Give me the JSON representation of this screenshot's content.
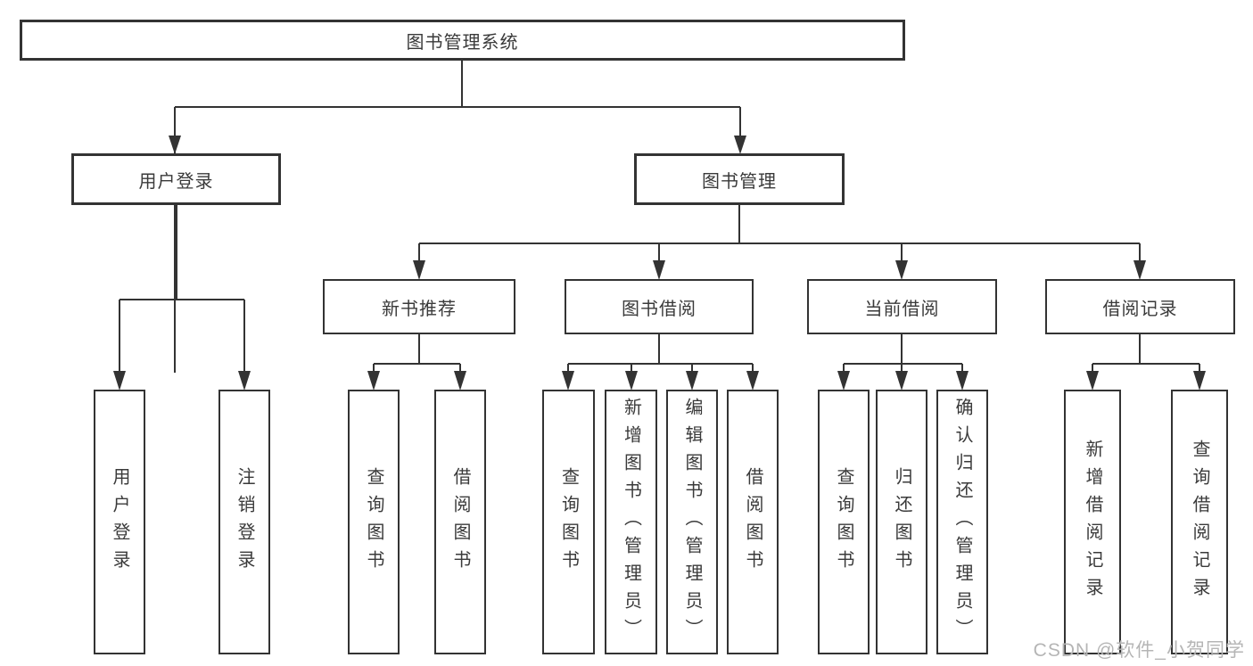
{
  "tree": {
    "root": "图书管理系统",
    "branches": [
      {
        "label": "用户登录",
        "leaves": [
          "用户登录",
          "注销登录"
        ]
      },
      {
        "label": "图书管理",
        "groups": [
          {
            "label": "新书推荐",
            "leaves": [
              "查询图书",
              "借阅图书"
            ]
          },
          {
            "label": "图书借阅",
            "leaves": [
              "查询图书",
              "新增图书（管理员）",
              "编辑图书（管理员）",
              "借阅图书"
            ]
          },
          {
            "label": "当前借阅",
            "leaves": [
              "查询图书",
              "归还图书",
              "确认归还（管理员）"
            ]
          },
          {
            "label": "借阅记录",
            "leaves": [
              "新增借阅记录",
              "查询借阅记录"
            ]
          }
        ]
      }
    ]
  },
  "watermark": "CSDN @软件_小贺同学",
  "colors": {
    "line": "#333333",
    "box_border": "#333333",
    "text": "#3a3a3a",
    "watermark": "#b5b5b5",
    "background": "#ffffff"
  }
}
